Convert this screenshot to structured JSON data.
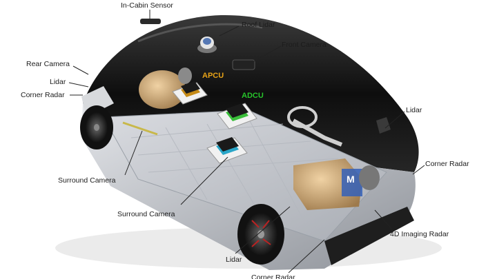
{
  "labels": {
    "in_cabin_sensor": "In-Cabin Sensor",
    "roof_lidar": "Roof Lidar",
    "front_camera": "Front Camera",
    "rear_camera": "Rear Camera",
    "lidar_rear": "Lidar",
    "corner_radar_rear": "Corner Radar",
    "lidar_front": "Lidar",
    "corner_radar_front": "Corner Radar",
    "surround_camera_1": "Surround Camera",
    "surround_camera_2": "Surround Camera",
    "imaging_radar": "4D Imaging Radar",
    "lidar_bottom": "Lidar",
    "corner_radar_bottom": "Corner Radar"
  },
  "chips": {
    "apcu": "APCU",
    "adcu": "ADCU"
  },
  "colors": {
    "apcu": "#e8a317",
    "adcu": "#27c42b",
    "leader_line": "#222222",
    "car_glass": "#1a1a1a",
    "chassis": "#c9ccd1",
    "motor": "#c8a577"
  }
}
